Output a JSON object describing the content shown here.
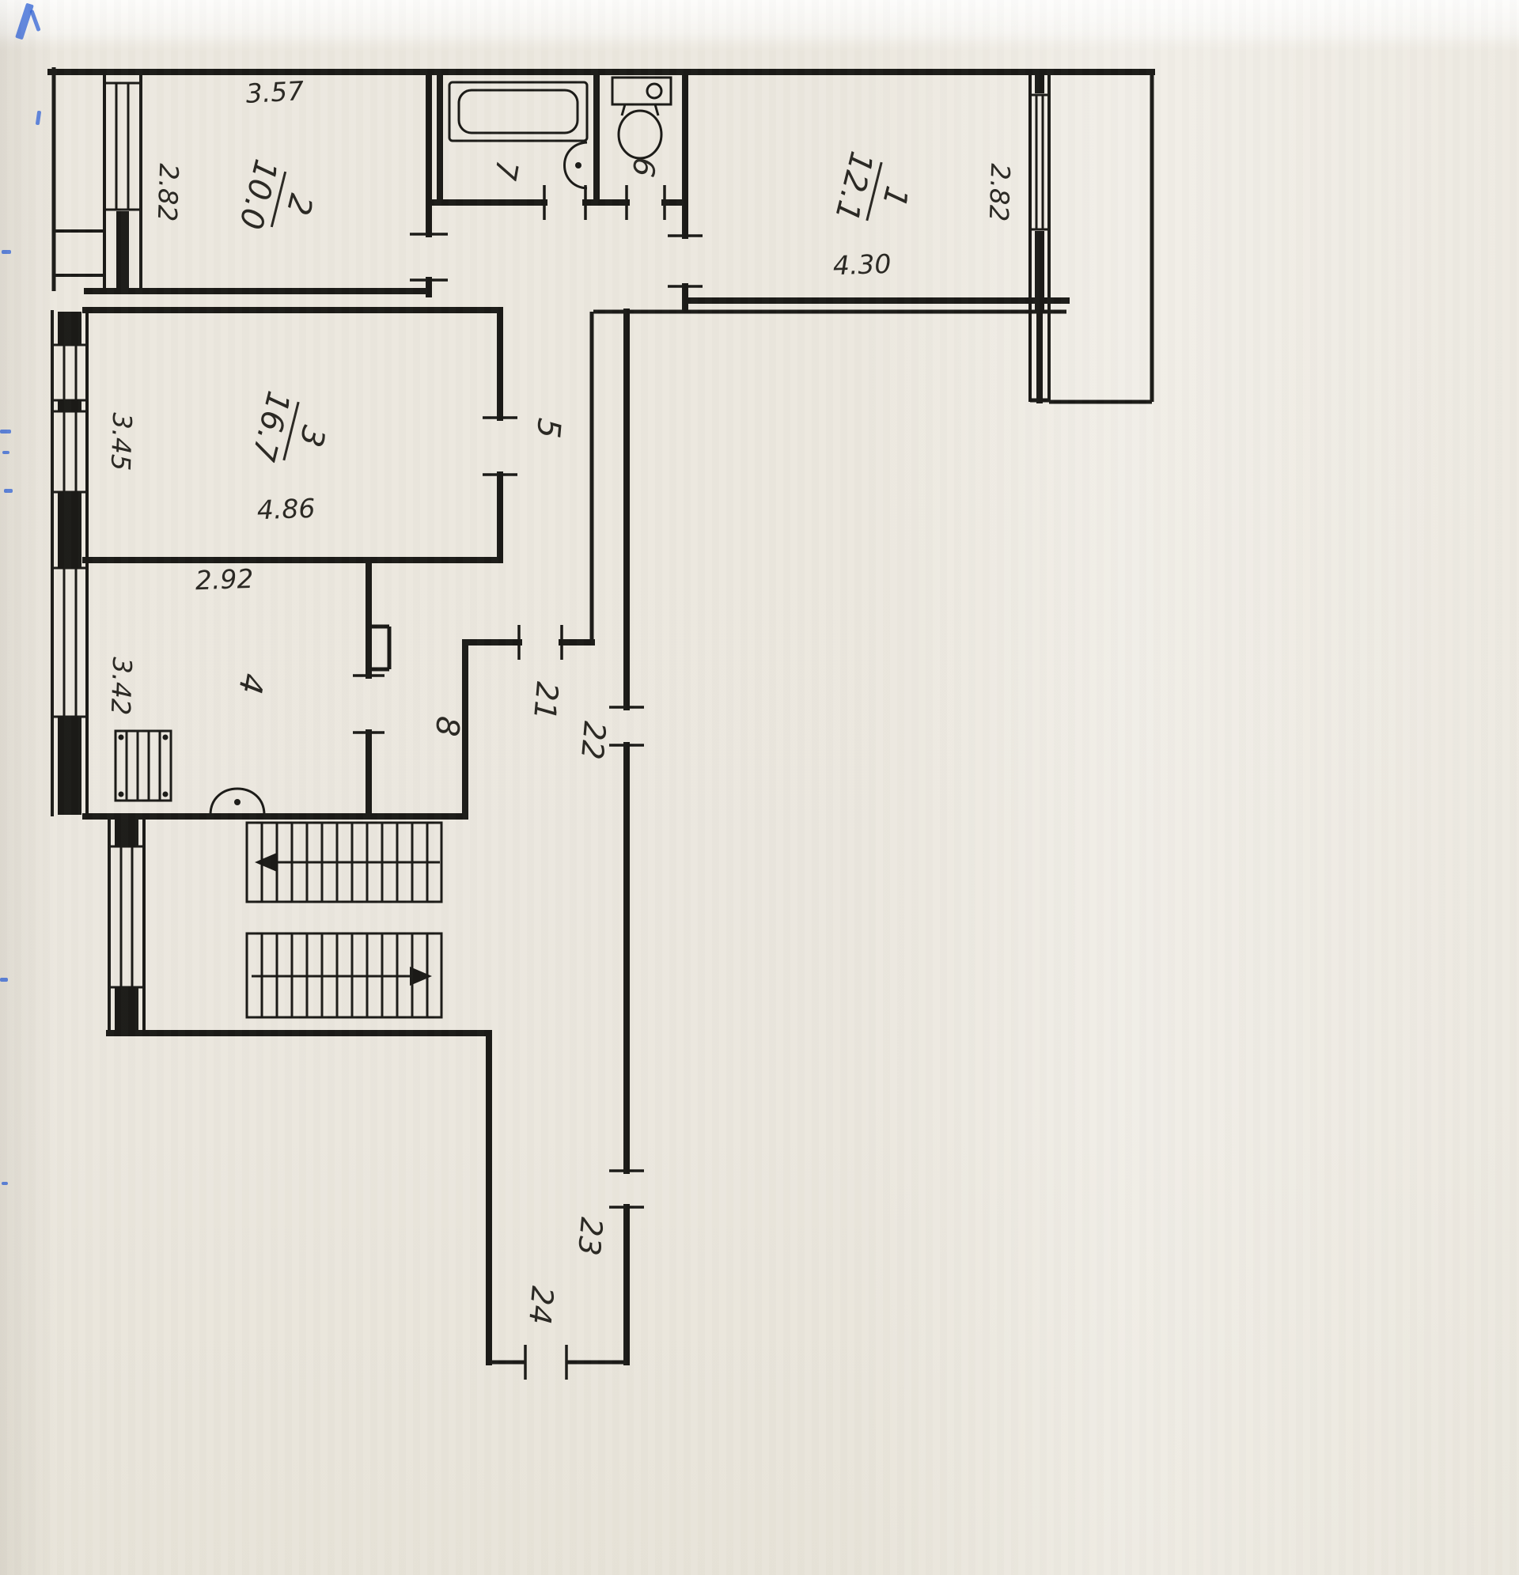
{
  "plan": {
    "rooms": {
      "r1": {
        "number": "1",
        "area": "12.1",
        "dim_right": "2.82",
        "dim_bottom": "4.30"
      },
      "r2": {
        "number": "2",
        "area": "10.0",
        "dim_top": "3.57",
        "dim_left": "2.82"
      },
      "r3": {
        "number": "3",
        "area": "16.7",
        "dim_left": "3.45",
        "dim_bottom": "4.86"
      },
      "r4": {
        "number": "4",
        "dim_top": "2.92",
        "dim_left": "3.42"
      },
      "r5": {
        "number": "5"
      },
      "r6": {
        "number": "6"
      },
      "r7": {
        "number": "7"
      },
      "r8": {
        "number": "8"
      }
    },
    "openings": {
      "o21": {
        "number": "21"
      },
      "o22": {
        "number": "22"
      },
      "o23": {
        "number": "23"
      },
      "o24": {
        "number": "24"
      }
    },
    "colors": {
      "paper": "#ebe7de",
      "paper_top": "#f7f6f2",
      "ink": "#1b1a17",
      "label_ink": "#2a2823",
      "pen_blue": "#2f62d6"
    }
  }
}
